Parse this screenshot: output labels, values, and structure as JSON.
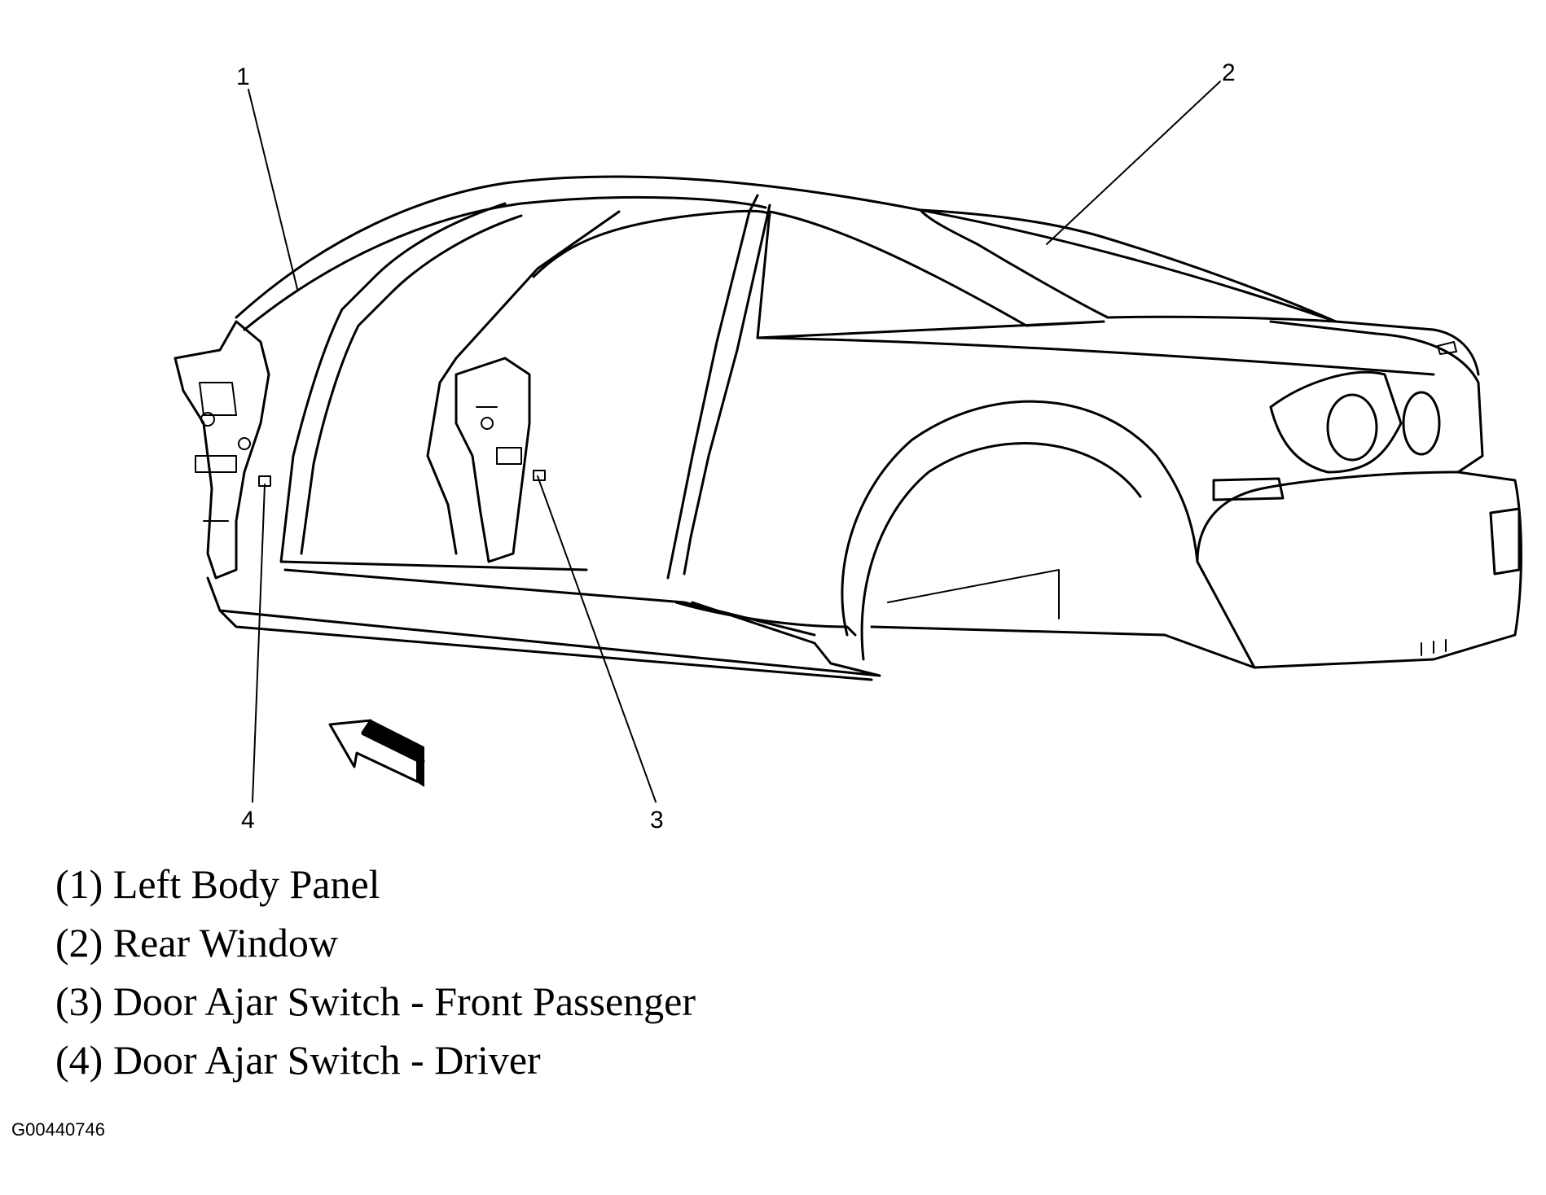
{
  "callouts": [
    {
      "id": "1",
      "label": "1"
    },
    {
      "id": "2",
      "label": "2"
    },
    {
      "id": "3",
      "label": "3"
    },
    {
      "id": "4",
      "label": "4"
    }
  ],
  "legend": [
    {
      "number": "(1)",
      "text": "Left Body Panel"
    },
    {
      "number": "(2)",
      "text": "Rear Window"
    },
    {
      "number": "(3)",
      "text": "Door Ajar Switch - Front Passenger"
    },
    {
      "number": "(4)",
      "text": "Door Ajar Switch - Driver"
    }
  ],
  "figure_code": "G00440746"
}
